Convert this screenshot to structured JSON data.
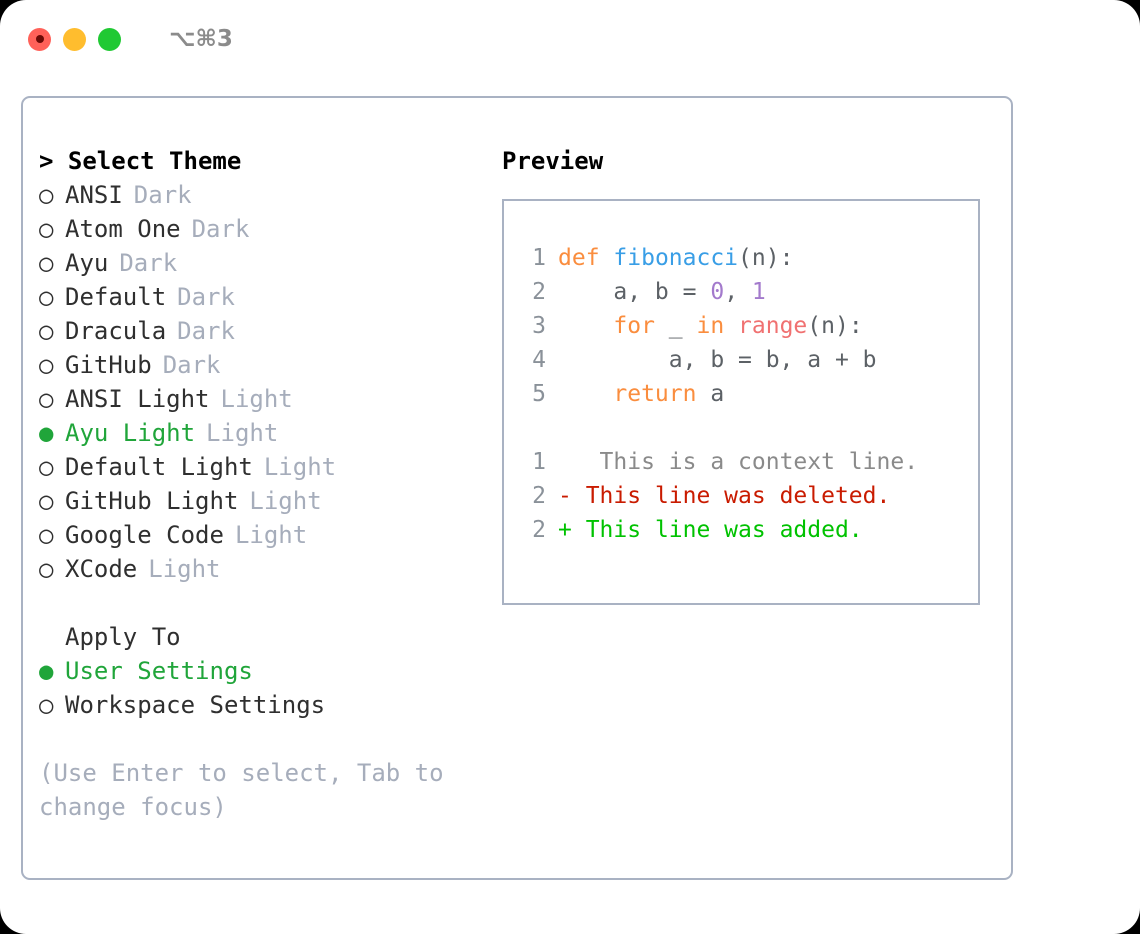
{
  "titlebar": {
    "shortcut": "⌥⌘3",
    "lights": [
      "close-red",
      "minimize-yellow",
      "maximize-green"
    ]
  },
  "theme_list": {
    "header": "> Select Theme",
    "options": [
      {
        "bullet": "○",
        "name": "ANSI",
        "kind": "Dark",
        "selected": false
      },
      {
        "bullet": "○",
        "name": "Atom One",
        "kind": "Dark",
        "selected": false
      },
      {
        "bullet": "○",
        "name": "Ayu",
        "kind": "Dark",
        "selected": false
      },
      {
        "bullet": "○",
        "name": "Default",
        "kind": "Dark",
        "selected": false
      },
      {
        "bullet": "○",
        "name": "Dracula",
        "kind": "Dark",
        "selected": false
      },
      {
        "bullet": "○",
        "name": "GitHub",
        "kind": "Dark",
        "selected": false
      },
      {
        "bullet": "○",
        "name": "ANSI Light",
        "kind": "Light",
        "selected": false
      },
      {
        "bullet": "●",
        "name": "Ayu Light",
        "kind": "Light",
        "selected": true
      },
      {
        "bullet": "○",
        "name": "Default Light",
        "kind": "Light",
        "selected": false
      },
      {
        "bullet": "○",
        "name": "GitHub Light",
        "kind": "Light",
        "selected": false
      },
      {
        "bullet": "○",
        "name": "Google Code",
        "kind": "Light",
        "selected": false
      },
      {
        "bullet": "○",
        "name": "XCode",
        "kind": "Light",
        "selected": false
      }
    ]
  },
  "apply_to": {
    "title": "Apply To",
    "options": [
      {
        "bullet": "●",
        "name": "User Settings",
        "selected": true
      },
      {
        "bullet": "○",
        "name": "Workspace Settings",
        "selected": false
      }
    ]
  },
  "hint": "(Use Enter to select, Tab to change focus)",
  "preview": {
    "title": "Preview",
    "code_lines": [
      {
        "num": "1",
        "tokens": [
          {
            "t": "def",
            "c": "tok-kw"
          },
          {
            "t": " ",
            "c": "tok-punc"
          },
          {
            "t": "fibonacci",
            "c": "tok-fn"
          },
          {
            "t": "(n):",
            "c": "tok-punc"
          }
        ]
      },
      {
        "num": "2",
        "tokens": [
          {
            "t": "    a, b = ",
            "c": "tok-var"
          },
          {
            "t": "0",
            "c": "tok-num"
          },
          {
            "t": ", ",
            "c": "tok-punc"
          },
          {
            "t": "1",
            "c": "tok-num"
          }
        ]
      },
      {
        "num": "3",
        "tokens": [
          {
            "t": "    for",
            "c": "tok-kw"
          },
          {
            "t": " _ ",
            "c": "tok-var"
          },
          {
            "t": "in",
            "c": "tok-kw"
          },
          {
            "t": " ",
            "c": "tok-punc"
          },
          {
            "t": "range",
            "c": "tok-call"
          },
          {
            "t": "(n):",
            "c": "tok-punc"
          }
        ]
      },
      {
        "num": "4",
        "tokens": [
          {
            "t": "        a, b = b, a + b",
            "c": "tok-var"
          }
        ]
      },
      {
        "num": "5",
        "tokens": [
          {
            "t": "    return",
            "c": "tok-kw"
          },
          {
            "t": " a",
            "c": "tok-var"
          }
        ]
      }
    ],
    "diff_lines": [
      {
        "num": "1",
        "marker": " ",
        "text": "  This is a context line.",
        "cls": "diff-context"
      },
      {
        "num": "2",
        "marker": "-",
        "text": " This line was deleted.",
        "cls": "diff-del"
      },
      {
        "num": "2",
        "marker": "+",
        "text": " This line was added.",
        "cls": "diff-add"
      }
    ]
  },
  "colors": {
    "accent_green": "#20a53a",
    "border": "#a9b2c3",
    "muted": "#a6adbb",
    "keyword": "#fa8d3e",
    "function": "#399ee6",
    "number": "#a37acc",
    "call": "#f07171",
    "diff_add": "#00c200",
    "diff_del": "#c91b00",
    "line_number": "#8a9199"
  }
}
